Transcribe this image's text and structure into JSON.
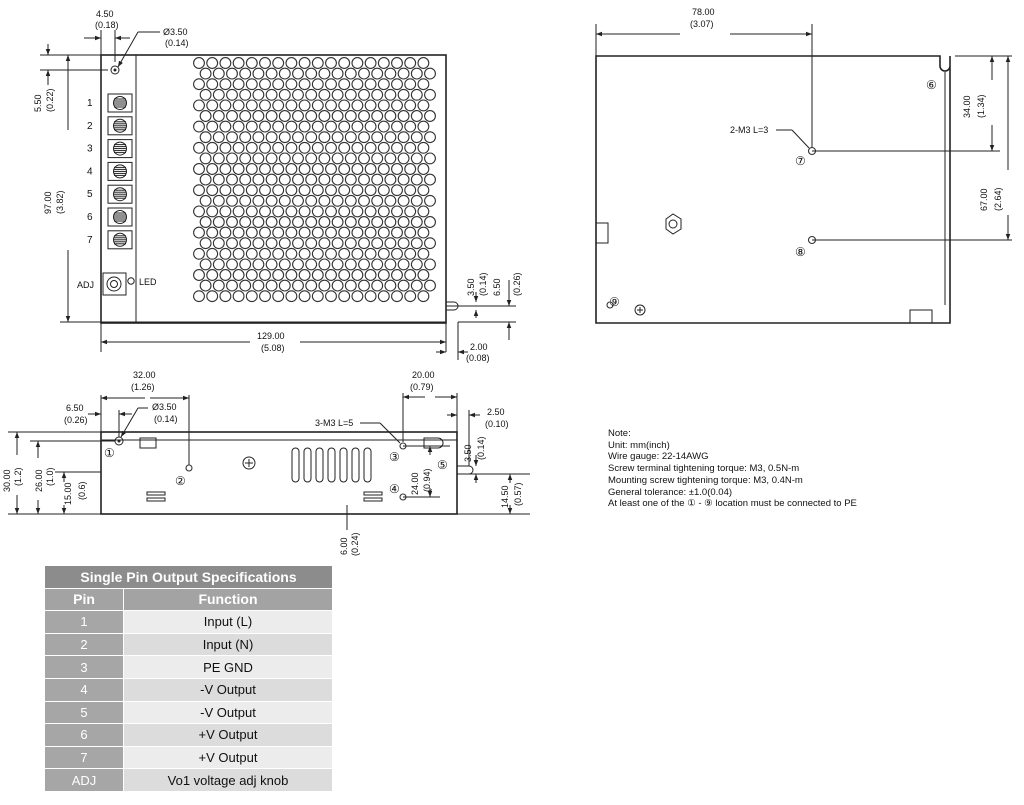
{
  "top_view": {
    "dims": {
      "screw_offset_mm": "4.50",
      "screw_offset_in": "(0.18)",
      "hole_dia_mm": "Ø3.50",
      "hole_dia_in": "(0.14)",
      "top_margin_mm": "5.50",
      "top_margin_in": "(0.22)",
      "height_mm": "97.00",
      "height_in": "(3.82)",
      "length_mm": "129.00",
      "length_in": "(5.08)",
      "slot_w_mm": "3.50",
      "slot_w_in": "(0.14)",
      "slot_h_mm": "6.50",
      "slot_h_in": "(0.26)",
      "edge_mm": "2.00",
      "edge_in": "(0.08)"
    },
    "terminals": [
      "1",
      "2",
      "3",
      "4",
      "5",
      "6",
      "7"
    ],
    "adj_label": "ADJ",
    "led_label": "LED"
  },
  "side_view": {
    "dims": {
      "offset_mm": "6.50",
      "offset_in": "(0.26)",
      "hole_pos_mm": "32.00",
      "hole_pos_in": "(1.26)",
      "hole_dia_mm": "Ø3.50",
      "hole_dia_in": "(0.14)",
      "right_mm": "20.00",
      "right_in": "(0.79)",
      "right_edge_mm": "2.50",
      "right_edge_in": "(0.10)",
      "m3_label": "3-M3 L=5",
      "height_mm": "30.00",
      "height_in": "(1.2)",
      "h26_mm": "26.00",
      "h26_in": "(1.0)",
      "h15_mm": "15.00",
      "h15_in": "(0.6)",
      "h24_mm": "24.00",
      "h24_in": "(0.94)",
      "slot_mm": "3.50",
      "slot_in": "(0.14)",
      "h1450_mm": "14.50",
      "h1450_in": "(0.57)",
      "bottom_mm": "6.00",
      "bottom_in": "(0.24)"
    },
    "markers": [
      "①",
      "②",
      "③",
      "④",
      "⑤"
    ]
  },
  "back_view": {
    "dims": {
      "width_mm": "78.00",
      "width_in": "(3.07)",
      "m3_label": "2-M3 L=3",
      "h34_mm": "34.00",
      "h34_in": "(1.34)",
      "h67_mm": "67.00",
      "h67_in": "(2.64)"
    },
    "markers": [
      "⑥",
      "⑦",
      "⑧",
      "⑨"
    ]
  },
  "notes": [
    "Note:",
    "Unit: mm(inch)",
    "Wire gauge: 22-14AWG",
    "Screw terminal tightening torque: M3, 0.5N-m",
    "Mounting screw tightening torque: M3, 0.4N-m",
    "General tolerance: ±1.0(0.04)",
    "At least one of the ① - ⑨ location must be connected to PE"
  ],
  "spec_table": {
    "title": "Single Pin Output Specifications",
    "headers": {
      "pin": "Pin",
      "function": "Function"
    },
    "rows": [
      {
        "pin": "1",
        "function": "Input (L)"
      },
      {
        "pin": "2",
        "function": "Input (N)"
      },
      {
        "pin": "3",
        "function": "PE GND"
      },
      {
        "pin": "4",
        "function": "-V Output"
      },
      {
        "pin": "5",
        "function": "-V Output"
      },
      {
        "pin": "6",
        "function": "+V Output"
      },
      {
        "pin": "7",
        "function": "+V Output"
      },
      {
        "pin": "ADJ",
        "function": "Vo1 voltage adj knob"
      }
    ]
  }
}
